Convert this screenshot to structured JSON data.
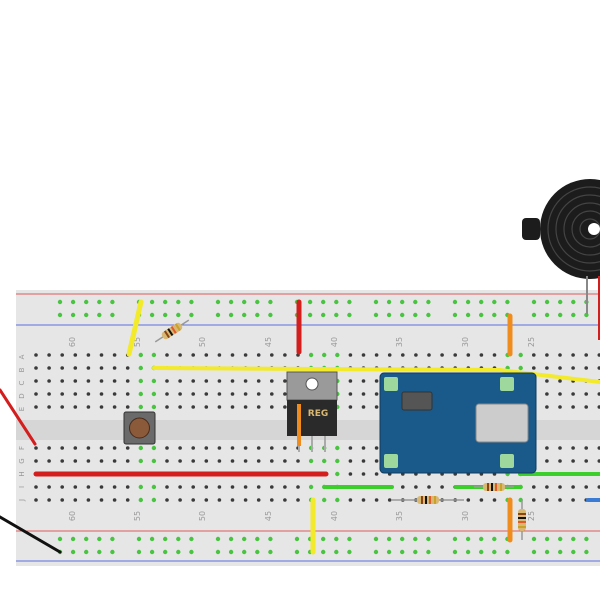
{
  "breadboard": {
    "column_labels_top": [
      "60",
      "55",
      "50",
      "45",
      "40",
      "35",
      "30",
      "25"
    ],
    "column_labels_bottom": [
      "60",
      "55",
      "50",
      "45",
      "40",
      "35",
      "30",
      "25"
    ],
    "row_labels_top": [
      "A",
      "B",
      "C",
      "D",
      "E"
    ],
    "row_labels_bottom": [
      "F",
      "G",
      "H",
      "I",
      "J"
    ]
  },
  "regulator": {
    "label": "REG"
  },
  "colors": {
    "board": "#e6e6e6",
    "rail_red": "#e05a5a",
    "rail_blue": "#5a6fe0",
    "hole": "#3a3a3a",
    "hole_active": "#49c440",
    "wire_yellow": "#f2ea2a",
    "wire_red": "#d41e1e",
    "wire_orange": "#f08c1e",
    "wire_green": "#3ccf2c",
    "wire_black": "#111111",
    "module": "#1a5a8a",
    "module_pad": "#9ed89c",
    "buzzer": "#1c1c1c"
  },
  "icons": {
    "buzzer": "piezo-buzzer-icon",
    "button": "pushbutton-icon",
    "resistor": "resistor-icon",
    "regulator": "voltage-regulator-icon",
    "module": "circuit-module-icon"
  }
}
